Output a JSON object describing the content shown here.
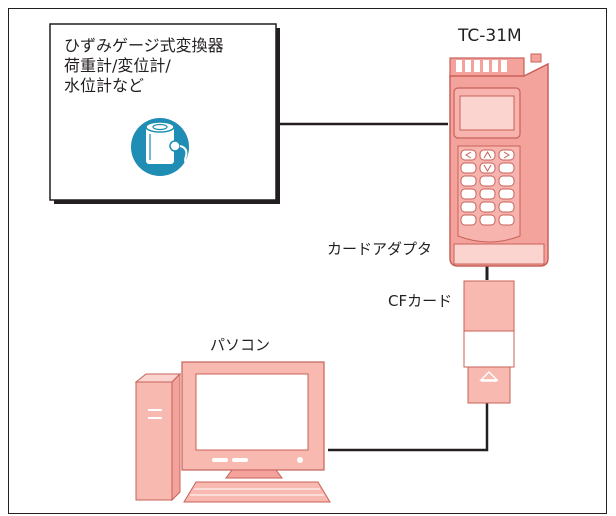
{
  "sensor": {
    "lines": [
      "ひずみゲージ式変換器",
      "荷重計/変位計/",
      "水位計など"
    ],
    "icon": "strain-gauge-sensor-icon"
  },
  "labels": {
    "device": "TC-31M",
    "adapter": "カードアダプタ",
    "cf_card": "CFカード",
    "pc": "パソコン"
  },
  "colors": {
    "device_fill": "#f4a29c",
    "device_stroke": "#c8615a",
    "pc_fill": "#f8b9b0",
    "icon_fill": "#1f8db4",
    "line": "#231f20"
  }
}
